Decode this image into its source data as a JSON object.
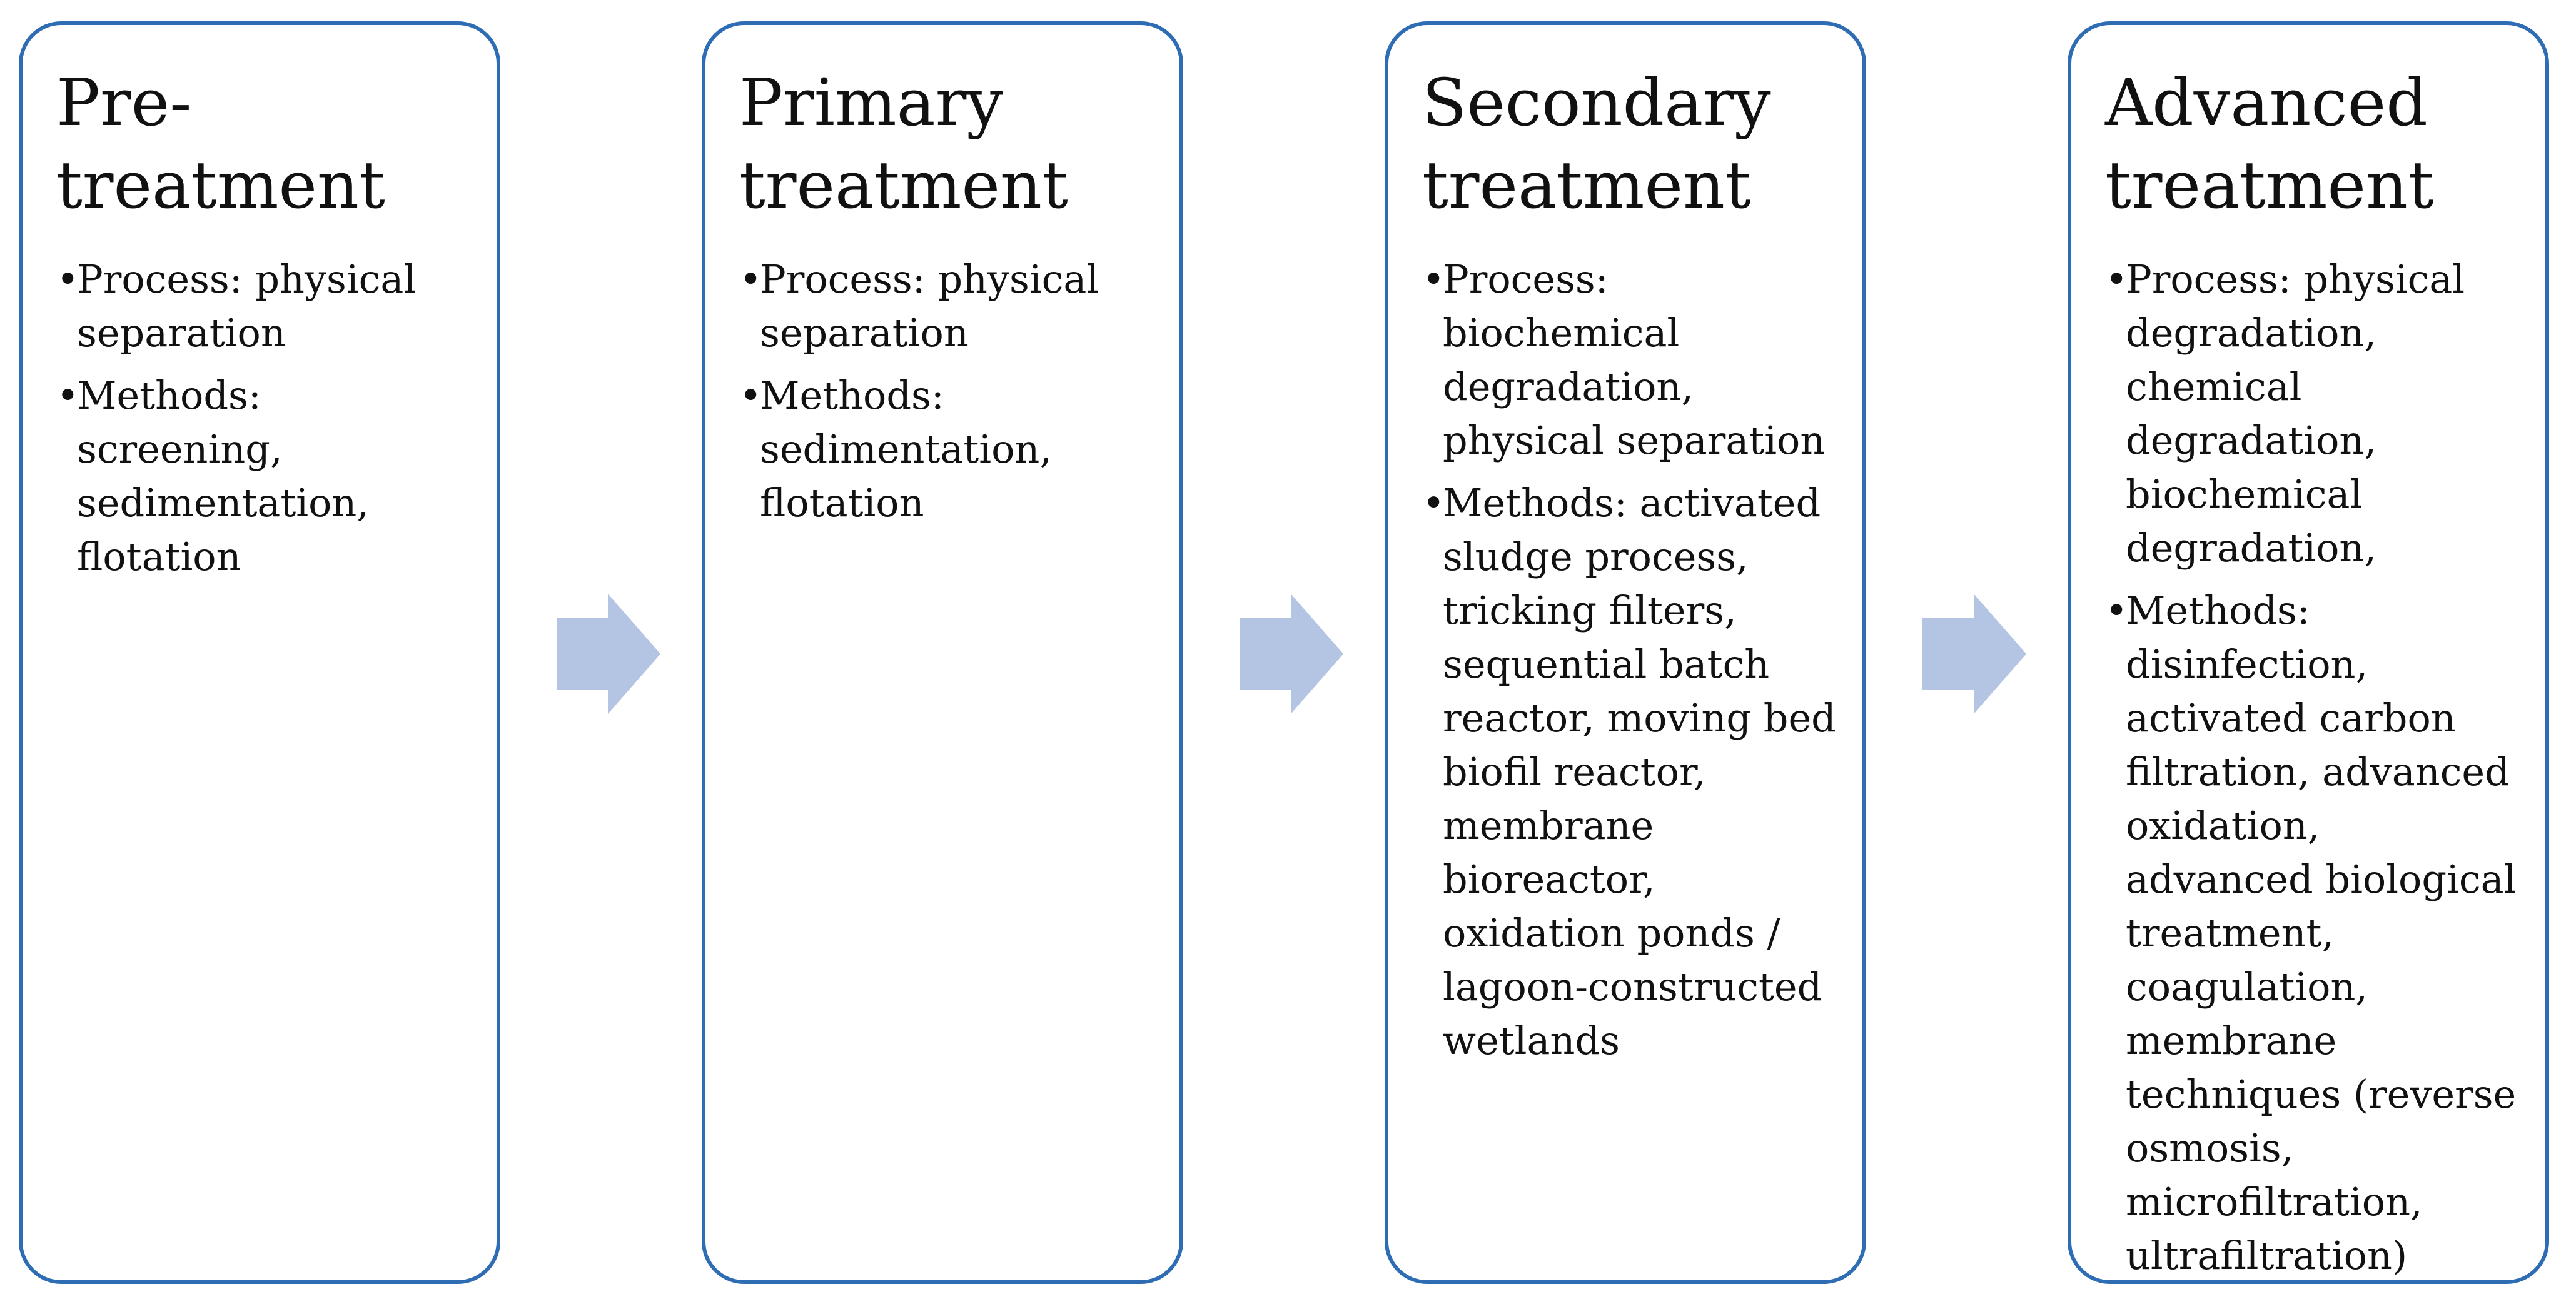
{
  "stages": [
    {
      "title": "Pre-\ntreatment",
      "process": "Process: physical\nseparation",
      "methods": "Methods:\nscreening,\nsedimentation,\nflotation"
    },
    {
      "title": "Primary\ntreatment",
      "process": "Process: physical\nseparation",
      "methods": "Methods:\nsedimentation,\nflotation"
    },
    {
      "title": "Secondary\ntreatment",
      "process": "Process:\nbiochemical\ndegradation,\nphysical separation",
      "methods": "Methods: activated\nsludge process,\ntricking filters,\nsequential batch\nreactor, moving bed\nbiofil reactor,\nmembrane\nbioreactor,\noxidation ponds /\nlagoon-constructed\nwetlands"
    },
    {
      "title": "Advanced\ntreatment",
      "process": "Process: physical\ndegradation,\nchemical\ndegradation,\nbiochemical\ndegradation,",
      "methods": "Methods:\ndisinfection,\nactivated carbon\nfiltration, advanced\noxidation,\nadvanced biological\ntreatment,\ncoagulation,\nmembrane\ntechniques (reverse\nosmosis,\nmicrofiltration,\nultrafiltration)"
    }
  ],
  "bullet_glyph": "•",
  "colors": {
    "box_border": "#2e6db4",
    "arrow_fill": "#b4c5e4",
    "text": "#111111"
  },
  "icons": {
    "arrow": "right-block-arrow"
  }
}
